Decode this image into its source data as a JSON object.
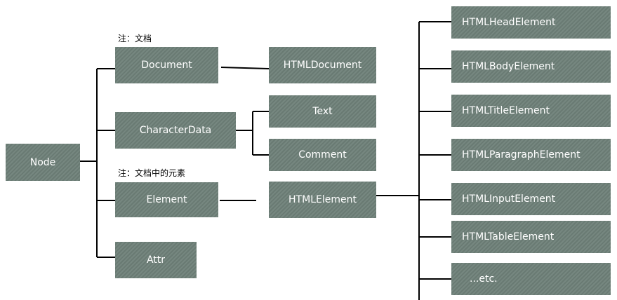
{
  "diagram": {
    "root": "Node",
    "level1": [
      "Document",
      "CharacterData",
      "Element",
      "Attr"
    ],
    "document_child": "HTMLDocument",
    "characterdata_children": [
      "Text",
      "Comment"
    ],
    "element_child": "HTMLElement",
    "htmlelement_children": [
      "HTMLHeadElement",
      "HTMLBodyElement",
      "HTMLTitleElement",
      "HTMLParagraphElement",
      "HTMLInputElement",
      "HTMLTableElement",
      "...etc."
    ],
    "notes": {
      "document": "注：文档",
      "element": "注：文档中的元素"
    }
  },
  "colors": {
    "box": "#6f8179",
    "line": "#000000"
  }
}
